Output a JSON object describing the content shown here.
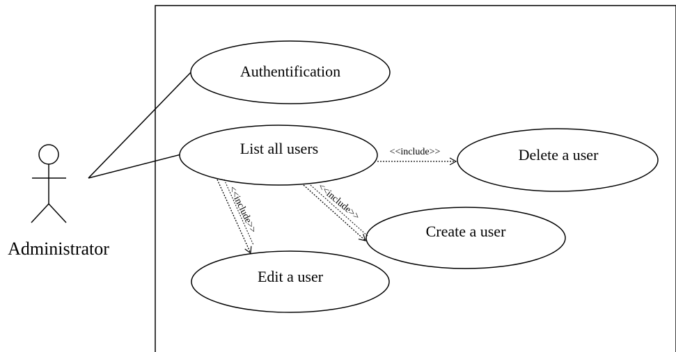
{
  "actor": {
    "name": "Administrator"
  },
  "use_cases": {
    "authentification": "Authentification",
    "list_all_users": "List all users",
    "delete_user": "Delete a user",
    "create_user": "Create a user",
    "edit_user": "Edit a user"
  },
  "relations": {
    "include_delete": "<<include>>",
    "include_create": "<<include>>",
    "include_edit": "<<include>>"
  }
}
